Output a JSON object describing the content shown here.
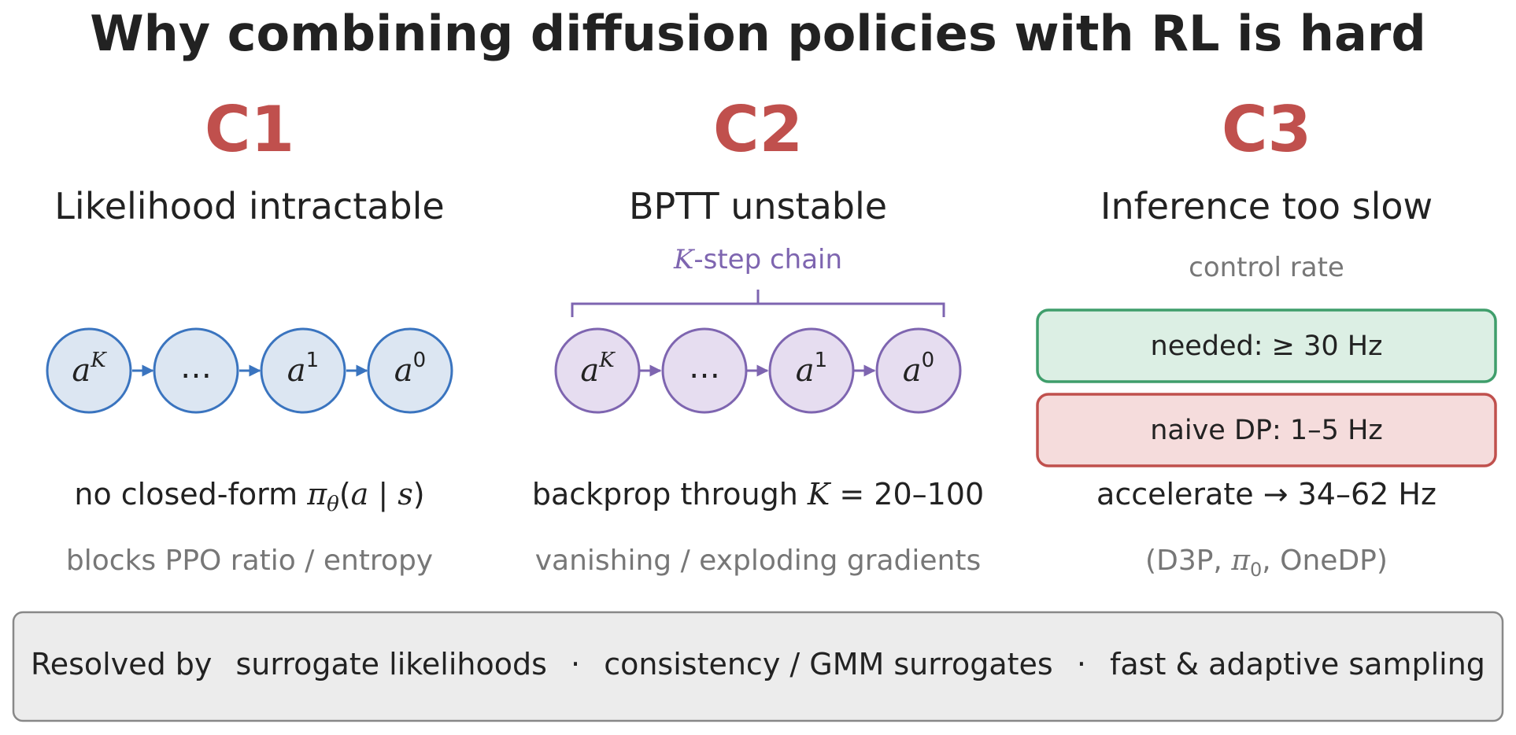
{
  "title": "Why combining diffusion policies with RL is hard",
  "colors": {
    "accent": "#c0504d",
    "blue_stroke": "#3a74bf",
    "blue_fill": "#dce6f2",
    "purple_stroke": "#7e65b0",
    "purple_fill": "#e6ddf0",
    "green_stroke": "#3f9e6b",
    "green_fill": "#dcefe4",
    "red_stroke": "#c0504d",
    "red_fill": "#f5dcdc",
    "banner_fill": "#ececec",
    "banner_stroke": "#888888"
  },
  "columns": [
    {
      "code": "C1",
      "heading": "Likelihood intractable",
      "nodes": [
        "aK",
        "…",
        "a1",
        "a0"
      ],
      "statement": "no closed-form πθ(a | s)",
      "note": "blocks PPO ratio / entropy"
    },
    {
      "code": "C2",
      "heading": "BPTT unstable",
      "chain_label": "K-step chain",
      "nodes": [
        "aK",
        "…",
        "a1",
        "a0"
      ],
      "statement": "backprop through K = 20–100",
      "note": "vanishing / exploding gradients"
    },
    {
      "code": "C3",
      "heading": "Inference too slow",
      "rate_label": "control rate",
      "needed": "needed:  ≥ 30 Hz",
      "naive": "naive DP:  1–5 Hz",
      "statement": "accelerate  →  34–62 Hz",
      "note": "(D3P, π0, OneDP)"
    }
  ],
  "banner": {
    "prefix": "Resolved by",
    "items": [
      "surrogate likelihoods",
      "consistency / GMM surrogates",
      "fast & adaptive sampling"
    ],
    "separator": "·"
  }
}
